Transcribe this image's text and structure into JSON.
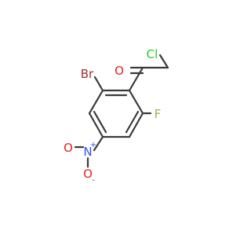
{
  "molecule": {
    "atoms": {
      "carbonyl_oxygen": "O",
      "chlorine": "Cl",
      "bromine": "Br",
      "fluorine": "F",
      "nitro_nitrogen": "N",
      "nitro_nitrogen_charge": "+",
      "nitro_oxygen_left": "O",
      "nitro_oxygen_bottom": "O",
      "nitro_oxygen_bottom_charge": "-"
    },
    "colors": {
      "bond": "#3a3a3a",
      "oxygen": "#e8201e",
      "chlorine": "#1fd01f",
      "bromine": "#a52a2a",
      "fluorine": "#8fb84a",
      "nitrogen": "#3050f8"
    }
  }
}
